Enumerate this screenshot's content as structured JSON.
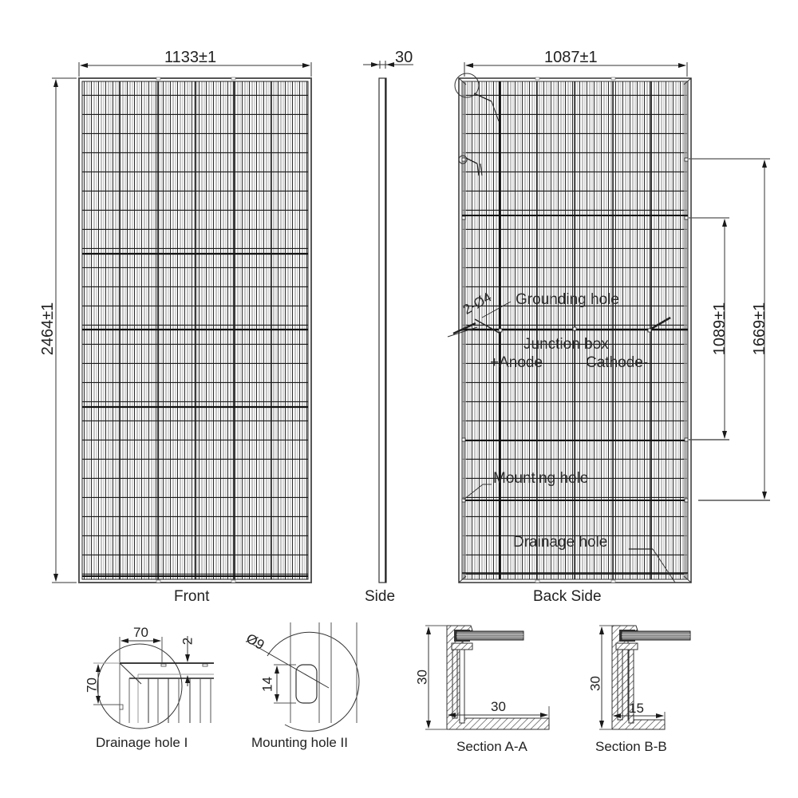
{
  "drawing": {
    "subject": "Solar PV module mechanical drawing",
    "colors": {
      "line": "#1a1a1a",
      "grid_light": "#9a9a9a",
      "frame": "#555555",
      "background": "#ffffff"
    }
  },
  "views": {
    "front": {
      "caption": "Front",
      "width_dim": "1133±1",
      "height_dim": "2464±1"
    },
    "side": {
      "caption": "Side",
      "thickness_dim": "30"
    },
    "back": {
      "caption": "Back Side",
      "width_dim": "1087±1",
      "inner_hole_spacing_dim": "1089±1",
      "outer_hole_spacing_dim": "1669±1",
      "callouts": {
        "grounding_hole": "Grounding hole",
        "grounding_spec": "2-Ø4",
        "junction_box": "Junction box",
        "anode": "+Anode",
        "cathode": "Cathode-",
        "mounting_hole": "Mounting hole",
        "drainage_hole": "Drainage hole"
      }
    }
  },
  "details": [
    {
      "id": "drainage-hole-detail",
      "caption": "Drainage hole I",
      "dims": {
        "width": "70",
        "height": "70",
        "gap": "2"
      }
    },
    {
      "id": "mounting-hole-detail",
      "caption": "Mounting hole II",
      "dims": {
        "diameter": "Ø9",
        "slot_length": "14"
      }
    },
    {
      "id": "section-a-a",
      "caption": "Section A-A",
      "dims": {
        "height": "30",
        "flange": "30"
      }
    },
    {
      "id": "section-b-b",
      "caption": "Section B-B",
      "dims": {
        "height": "30",
        "flange": "15"
      }
    }
  ]
}
